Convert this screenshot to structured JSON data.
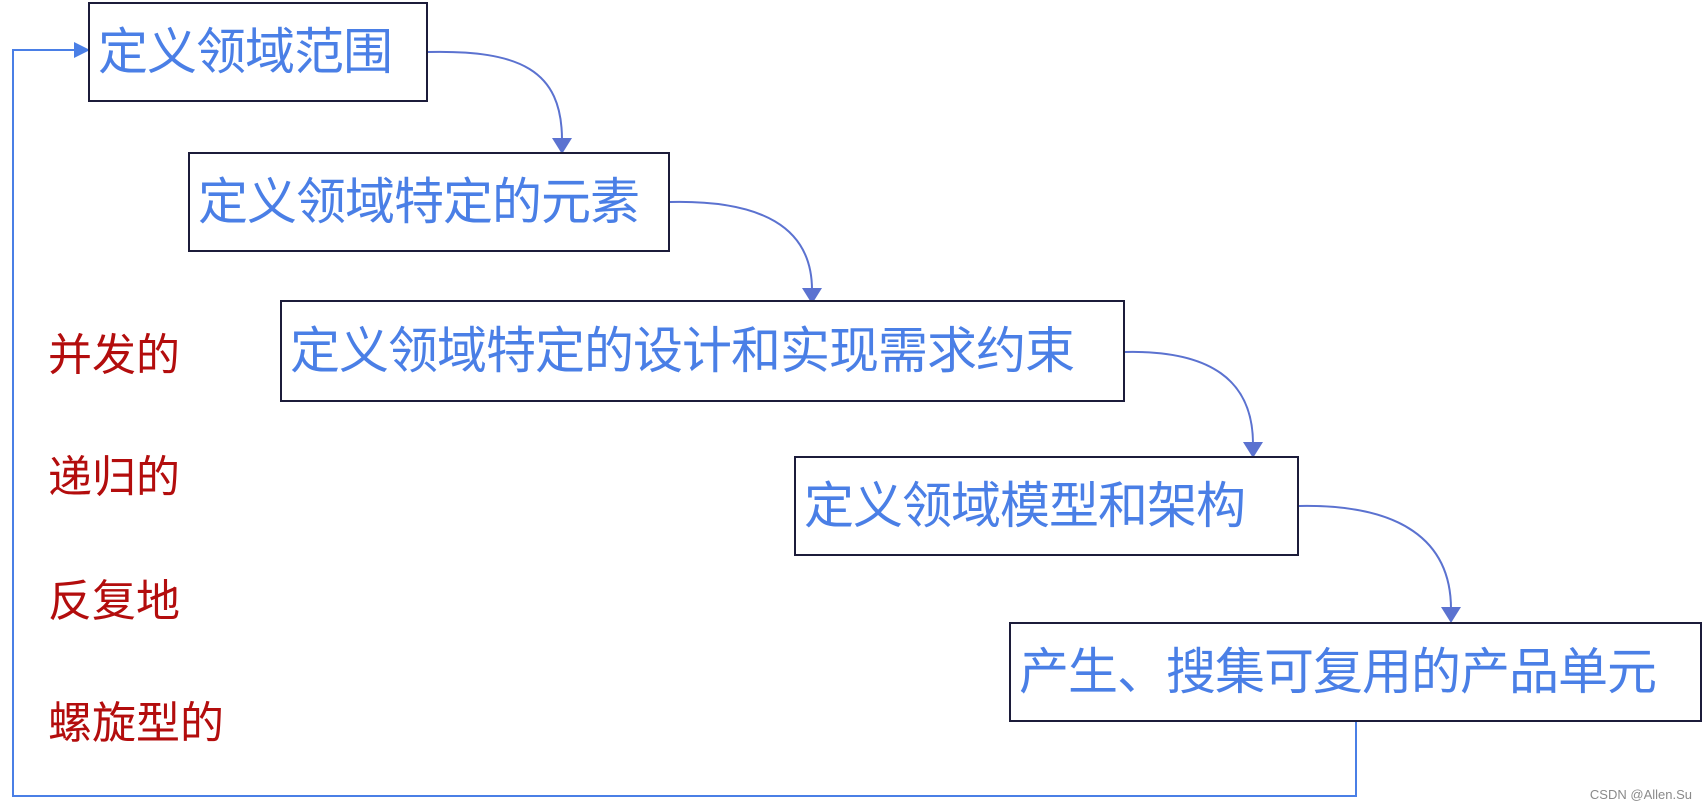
{
  "colors": {
    "box_text": "#4a7fe6",
    "box_border": "#1c1c3a",
    "arrow": "#5b72d0",
    "side_label": "#b30d0d",
    "feedback_line": "#4a7fe6"
  },
  "steps": [
    {
      "label": "定义领域范围"
    },
    {
      "label": "定义领域特定的元素"
    },
    {
      "label": "定义领域特定的设计和实现需求约束"
    },
    {
      "label": "定义领域模型和架构"
    },
    {
      "label": "产生、搜集可复用的产品单元"
    }
  ],
  "side_labels": [
    {
      "text": "并发的"
    },
    {
      "text": "递归的"
    },
    {
      "text": "反复地"
    },
    {
      "text": "螺旋型的"
    }
  ],
  "watermark": "CSDN @Allen.Su"
}
